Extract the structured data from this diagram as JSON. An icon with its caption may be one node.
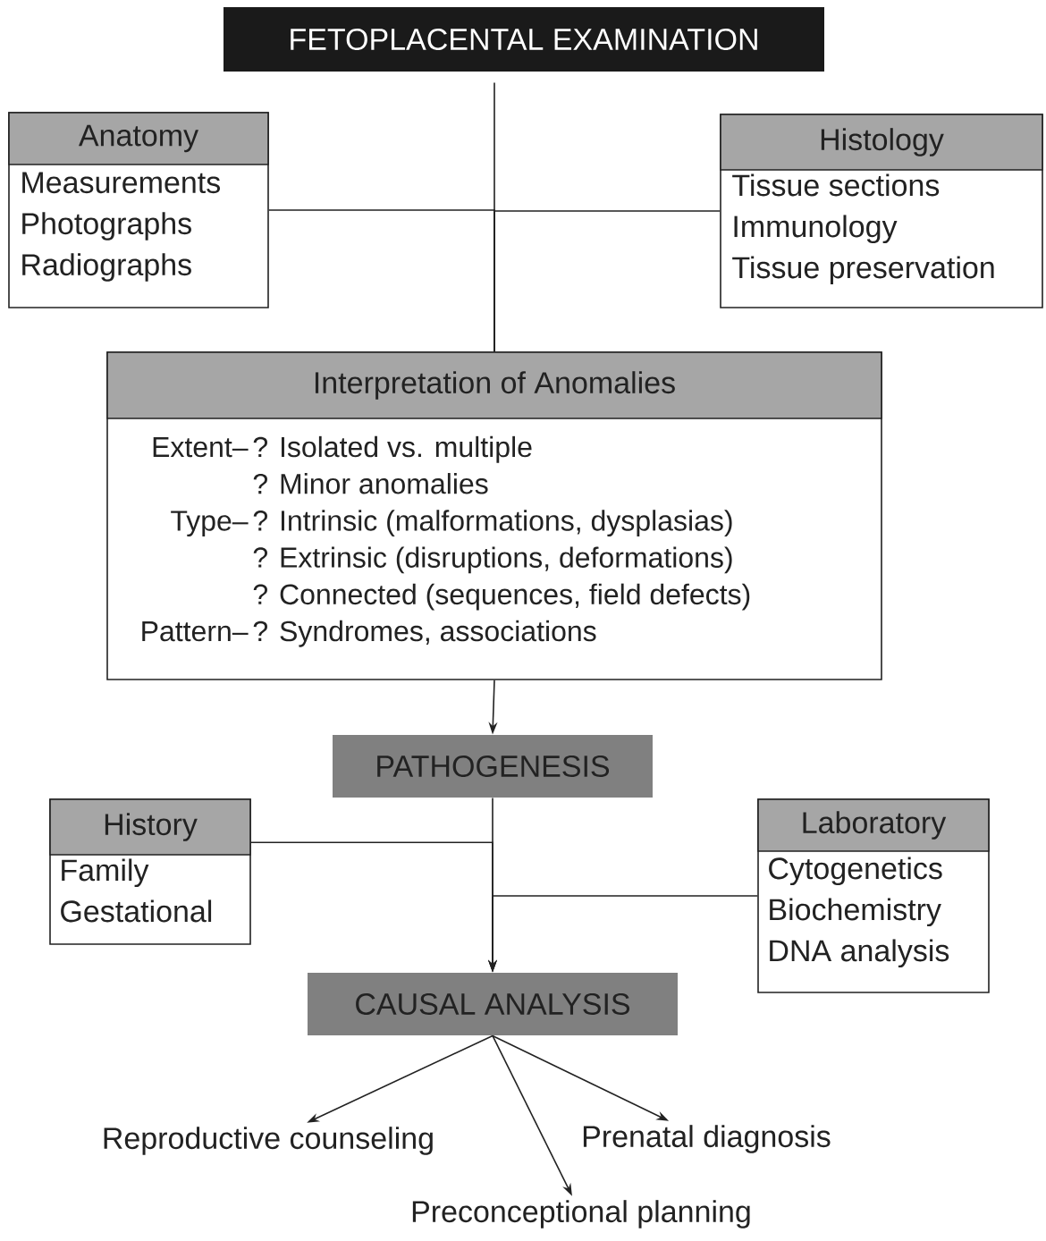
{
  "diagram": {
    "nodes": [
      {
        "text": [
          "FETOPLACENTAL EXAMINATION"
        ]
      },
      {
        "text": [
          "Anatomy",
          "Measurements",
          "Photographs",
          "Radiographs"
        ]
      },
      {
        "text": [
          "Histology",
          "Tissue sections",
          "Immunology",
          "Tissue preservation"
        ]
      },
      {
        "text": [
          "Interpretation of Anomalies",
          "Extent–",
          "? Isolated vs. multiple",
          "? Minor anomalies",
          "Type–",
          "? Intrinsic (malformations, dysplasias)",
          "? Extrinsic (disruptions, deformations)",
          "? Connected (sequences, field defects)",
          "Pattern–",
          "? Syndromes, associations"
        ]
      },
      {
        "text": [
          "PATHOGENESIS"
        ]
      },
      {
        "text": [
          "History",
          "Family",
          "Gestational"
        ]
      },
      {
        "text": [
          "Laboratory",
          "Cytogenetics",
          "Biochemistry",
          "DNA analysis"
        ]
      },
      {
        "text": [
          "CAUSAL ANALYSIS"
        ]
      },
      {
        "text": [
          "Reproductive counseling"
        ]
      },
      {
        "text": [
          "Preconceptional planning"
        ]
      },
      {
        "text": [
          "Prenatal diagnosis"
        ]
      }
    ],
    "edges": [
      {
        "from": 0,
        "to": 3,
        "arrow": "none"
      },
      {
        "from": 1,
        "to": 3,
        "arrow": "none"
      },
      {
        "from": 2,
        "to": 3,
        "arrow": "none"
      },
      {
        "from": 3,
        "to": 4,
        "arrow": "to"
      },
      {
        "from": 4,
        "to": 7,
        "arrow": "to"
      },
      {
        "from": 5,
        "to": 7,
        "arrow": "to"
      },
      {
        "from": 6,
        "to": 7,
        "arrow": "to"
      },
      {
        "from": 7,
        "to": 8,
        "arrow": "to"
      },
      {
        "from": 7,
        "to": 9,
        "arrow": "to"
      },
      {
        "from": 7,
        "to": 10,
        "arrow": "to"
      }
    ]
  }
}
